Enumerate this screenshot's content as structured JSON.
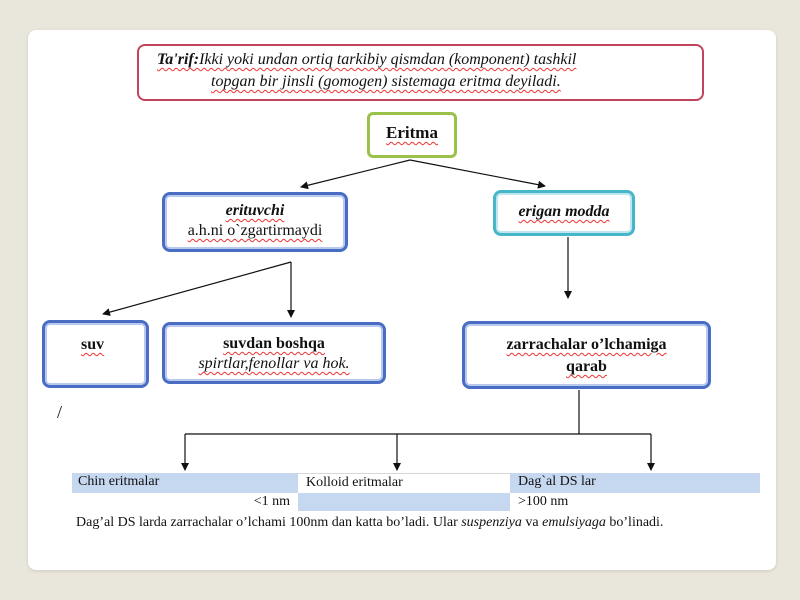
{
  "definition": {
    "prefix": "Ta'rif:",
    "line1": "Ikki yoki undan ortiq tarkibiy qismdan (komponent) tashkil",
    "line2": "topgan bir jinsli (gomogen) sistemaga eritma deyiladi."
  },
  "root": {
    "label": "Eritma"
  },
  "solvent": {
    "title": "erituvchi",
    "subtitle": "a.h.ni o`zgartirmaydi"
  },
  "solute": {
    "title": "erigan modda"
  },
  "water": {
    "label": "suv"
  },
  "other_solvents": {
    "title": "suvdan boshqa",
    "subtitle": "spirtlar,fenollar va hok."
  },
  "by_size": {
    "line1": "zarrachalar o’lchamiga",
    "line2": "qarab"
  },
  "mark": "/",
  "table": {
    "true_solutions": {
      "header": "Chin eritmalar",
      "value": "<1 nm"
    },
    "colloid": {
      "header": "Kolloid eritmalar",
      "value": ""
    },
    "coarse": {
      "header": "Dag`al DS lar",
      "value": ">100 nm"
    }
  },
  "note": {
    "text1": "Dag’al DS larda zarrachalar o’lchami 100nm dan katta bo’ladi. Ular ",
    "suspension": "suspenziya",
    "text2": " va ",
    "emulsion": "emulsiyaga",
    "text3": " bo’linadi."
  },
  "colors": {
    "definition_border": "#c2445e",
    "root_border": "#9ac24b",
    "blue_border": "#4a6dc4",
    "cyan_border": "#46b7c9",
    "table_fill": "#c6d7f0"
  }
}
